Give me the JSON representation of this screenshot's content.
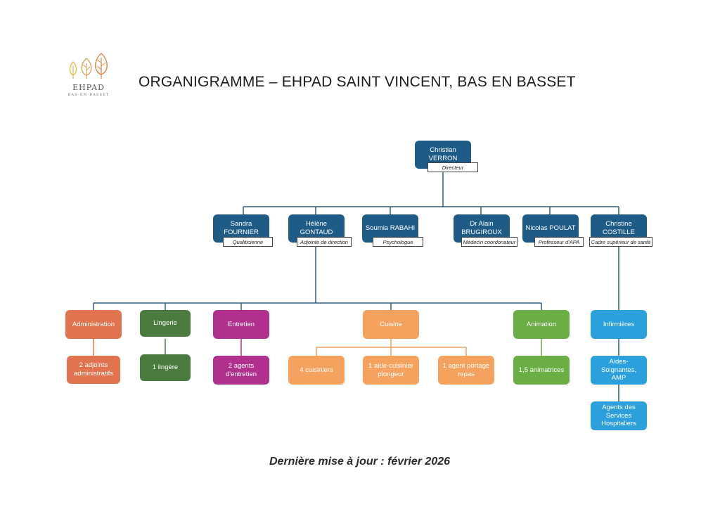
{
  "logo": {
    "icon": "three-trees-icon",
    "name": "EHPAD",
    "subtitle": "BAS-EN-BASSET",
    "colors": {
      "left": "#e8b84d",
      "middle": "#d3a35a",
      "right": "#e0874a"
    }
  },
  "title": "ORGANIGRAMME – EHPAD SAINT VINCENT, BAS EN BASSET",
  "footer": "Dernière mise à jour : février 2026",
  "colors": {
    "director": "#1f5b87",
    "administration": "#e2734f",
    "lingerie": "#4a7a3d",
    "entretien": "#b12f8d",
    "cuisine": "#f6a25f",
    "animation": "#6bae45",
    "soins": "#2ba0dc",
    "connector": "#2f5f82",
    "connector_orange": "#f0a060",
    "connector_green": "#6bae45",
    "connector_magenta": "#b12f8d",
    "connector_orange_dark": "#e2734f"
  },
  "org": {
    "director": {
      "name": "Christian\nVERRON",
      "role": "Directeur"
    },
    "managers": [
      {
        "name": "Sandra\nFOURNIER",
        "role": "Qualiticienne"
      },
      {
        "name": "Hélène\nGONTAUD",
        "role": "Adjointe de direction"
      },
      {
        "name": "Soumia RABAHI",
        "role": "Psychologue"
      },
      {
        "name": "Dr Alain\nBRUGIROUX",
        "role": "Médecin coordonateur"
      },
      {
        "name": "Nicolas POULAT",
        "role": "Professeur d'APA"
      },
      {
        "name": "Christine\nCOSTILLE",
        "role": "Cadre supérieur de santé"
      }
    ],
    "services": [
      {
        "label": "Administration",
        "staff": [
          "2 adjoints\nadministratifs"
        ]
      },
      {
        "label": "Lingerie",
        "staff": [
          "1 lingère"
        ]
      },
      {
        "label": "Entretien",
        "staff": [
          "2 agents\nd'entretien"
        ]
      },
      {
        "label": "Cuisine",
        "staff": [
          "4 cuisiniers",
          "1 aide-cuisinier\nplongeur",
          "1 agent portage\nrepas"
        ]
      },
      {
        "label": "Animation",
        "staff": [
          "1,5 animatrices"
        ]
      }
    ],
    "care": [
      {
        "label": "Infirmières"
      },
      {
        "label": "Aides-\nSoignantes,\nAMP"
      },
      {
        "label": "Agents des\nServices\nHospitaliers"
      }
    ]
  }
}
